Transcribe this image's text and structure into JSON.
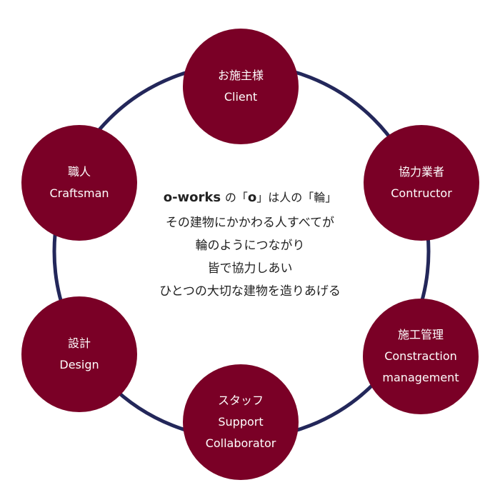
{
  "colors": {
    "ring": "#23275a",
    "node_fill": "#7a0026",
    "node_text": "#ffffff",
    "body_text": "#222222"
  },
  "nodes": [
    {
      "id": "client",
      "lines": [
        "お施主様",
        "Client"
      ]
    },
    {
      "id": "contractor",
      "lines": [
        "協力業者",
        "Contructor"
      ]
    },
    {
      "id": "construction-management",
      "lines": [
        "施工管理",
        "Constraction",
        "management"
      ]
    },
    {
      "id": "staff",
      "lines": [
        "スタッフ",
        "Support",
        "Collaborator"
      ]
    },
    {
      "id": "design",
      "lines": [
        "設計",
        "Design"
      ]
    },
    {
      "id": "craftsman",
      "lines": [
        "職人",
        "Craftsman"
      ]
    }
  ],
  "center": {
    "brand": "o-works",
    "particle1": "の「",
    "letter": "o",
    "particle2": "」は人の「輪」",
    "lines": [
      "その建物にかかわる人すべてが",
      "輪のようにつながり",
      "皆で協力しあい",
      "ひとつの大切な建物を造りあげる"
    ]
  }
}
